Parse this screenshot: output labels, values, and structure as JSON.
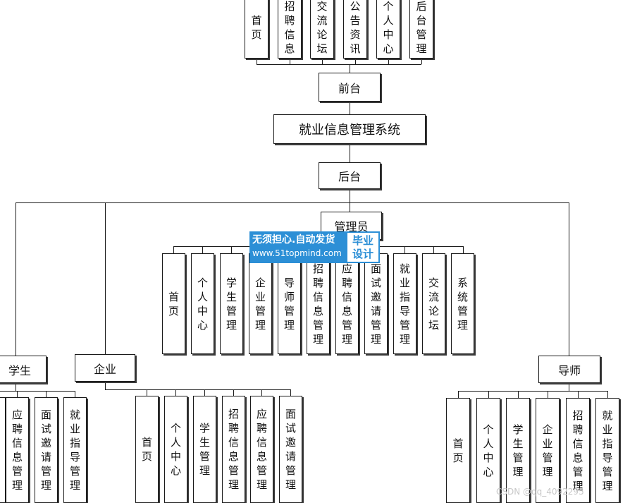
{
  "title": "就业信息管理系统",
  "frontend": {
    "label": "前台",
    "items": [
      "首页",
      "招聘信息",
      "交流论坛",
      "公告资讯",
      "个人中心",
      "后台管理"
    ]
  },
  "backend": {
    "label": "后台",
    "admin": {
      "label": "管理员",
      "items": [
        "首页",
        "个人中心",
        "学生管理",
        "企业管理",
        "导师管理",
        "招聘信息管理",
        "应聘信息管理",
        "面试邀请管理",
        "就业指导管理",
        "交流论坛",
        "系统管理"
      ]
    },
    "student": {
      "label": "学生",
      "items": [
        "",
        "应聘信息管理",
        "面试邀请管理",
        "就业指导管理"
      ]
    },
    "company": {
      "label": "企业",
      "items": [
        "首页",
        "个人中心",
        "学生管理",
        "招聘信息管理",
        "应聘信息管理",
        "面试邀请管理"
      ]
    },
    "mentor": {
      "label": "导师",
      "items": [
        "首页",
        "个人中心",
        "学生管理",
        "企业管理",
        "招聘信息管理",
        "就业指导管理"
      ]
    }
  },
  "watermark": {
    "slogan": "无须担心.自动发货",
    "url": "www.51topmind.com",
    "badge": [
      "毕业",
      "设计"
    ],
    "color": "#2c8fd6"
  },
  "footer_mark": "CSDN @qq_4092295"
}
